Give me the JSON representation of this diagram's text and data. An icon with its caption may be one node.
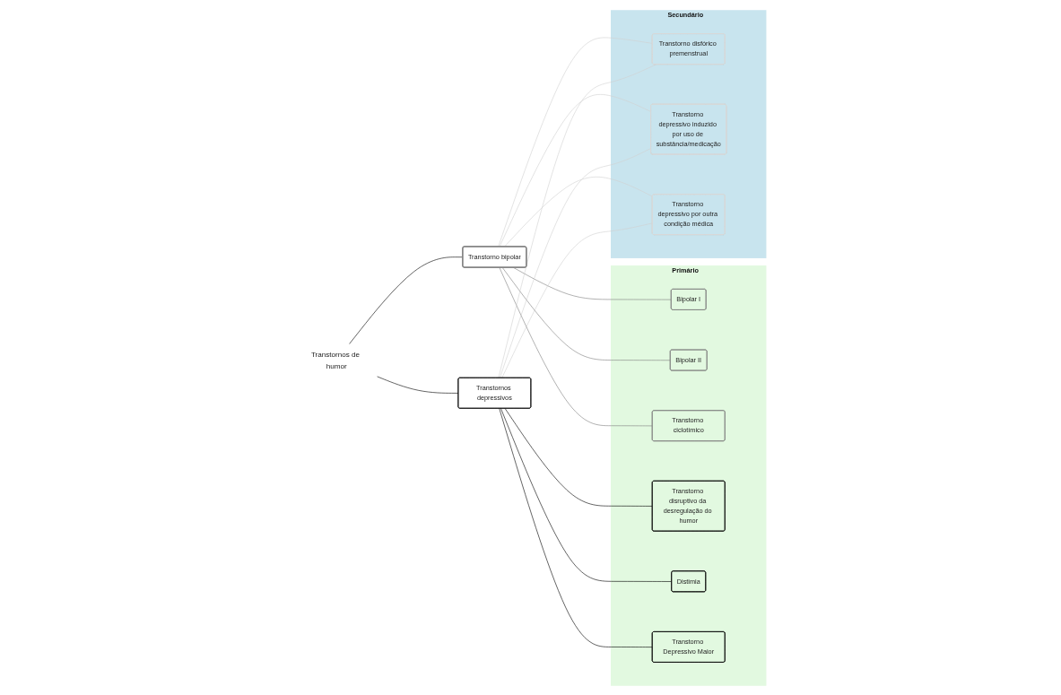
{
  "diagram": {
    "nodes": [
      {
        "text": [
          "Transtornos de humor"
        ]
      },
      {
        "text": [
          "Primário"
        ]
      },
      {
        "text": [
          "Secundário"
        ]
      },
      {
        "text": [
          "Transtorno bipolar"
        ]
      },
      {
        "text": [
          "Bipolar I"
        ],
        "in": 1
      },
      {
        "text": [
          "Bipolar II"
        ],
        "in": 1
      },
      {
        "text": [
          "Transtorno ciclotímico"
        ],
        "in": 1
      },
      {
        "text": [
          "Transtorno disfórico premenstrual"
        ],
        "in": 2
      },
      {
        "text": [
          "Transtorno depressivo induzido por uso de substância/medicação"
        ],
        "in": 2
      },
      {
        "text": [
          "Transtorno depressivo por outra condição médica"
        ],
        "in": 2
      },
      {
        "text": [
          "Transtornos depressivos"
        ]
      },
      {
        "text": [
          "Transtorno disruptivo da desregulação do humor"
        ],
        "in": 1
      },
      {
        "text": [
          "Distimia"
        ],
        "in": 1
      },
      {
        "text": [
          "Transtorno Depressivo Maior"
        ],
        "in": 1
      }
    ],
    "edges": [
      {
        "from": 0,
        "to": 3,
        "arrow": "none",
        "color": "#000000"
      },
      {
        "from": 0,
        "to": 10,
        "arrow": "none",
        "color": "#000000"
      },
      {
        "from": 3,
        "to": 4,
        "arrow": "none",
        "color": "#808080"
      },
      {
        "from": 3,
        "to": 5,
        "arrow": "none",
        "color": "#808080"
      },
      {
        "from": 3,
        "to": 6,
        "arrow": "none",
        "color": "#808080"
      },
      {
        "from": 3,
        "to": 7,
        "arrow": "none",
        "color": "#d0d0d0"
      },
      {
        "from": 3,
        "to": 8,
        "arrow": "none",
        "color": "#d0d0d0"
      },
      {
        "from": 3,
        "to": 9,
        "arrow": "none",
        "color": "#d0d0d0"
      },
      {
        "from": 10,
        "to": 11,
        "arrow": "none",
        "color": "#000000"
      },
      {
        "from": 10,
        "to": 12,
        "arrow": "none",
        "color": "#000000"
      },
      {
        "from": 10,
        "to": 13,
        "arrow": "none",
        "color": "#000000"
      },
      {
        "from": 10,
        "to": 7,
        "arrow": "none",
        "color": "#d0d0d0"
      },
      {
        "from": 10,
        "to": 8,
        "arrow": "none",
        "color": "#d0d0d0"
      },
      {
        "from": 10,
        "to": 9,
        "arrow": "none",
        "color": "#d0d0d0"
      }
    ]
  }
}
